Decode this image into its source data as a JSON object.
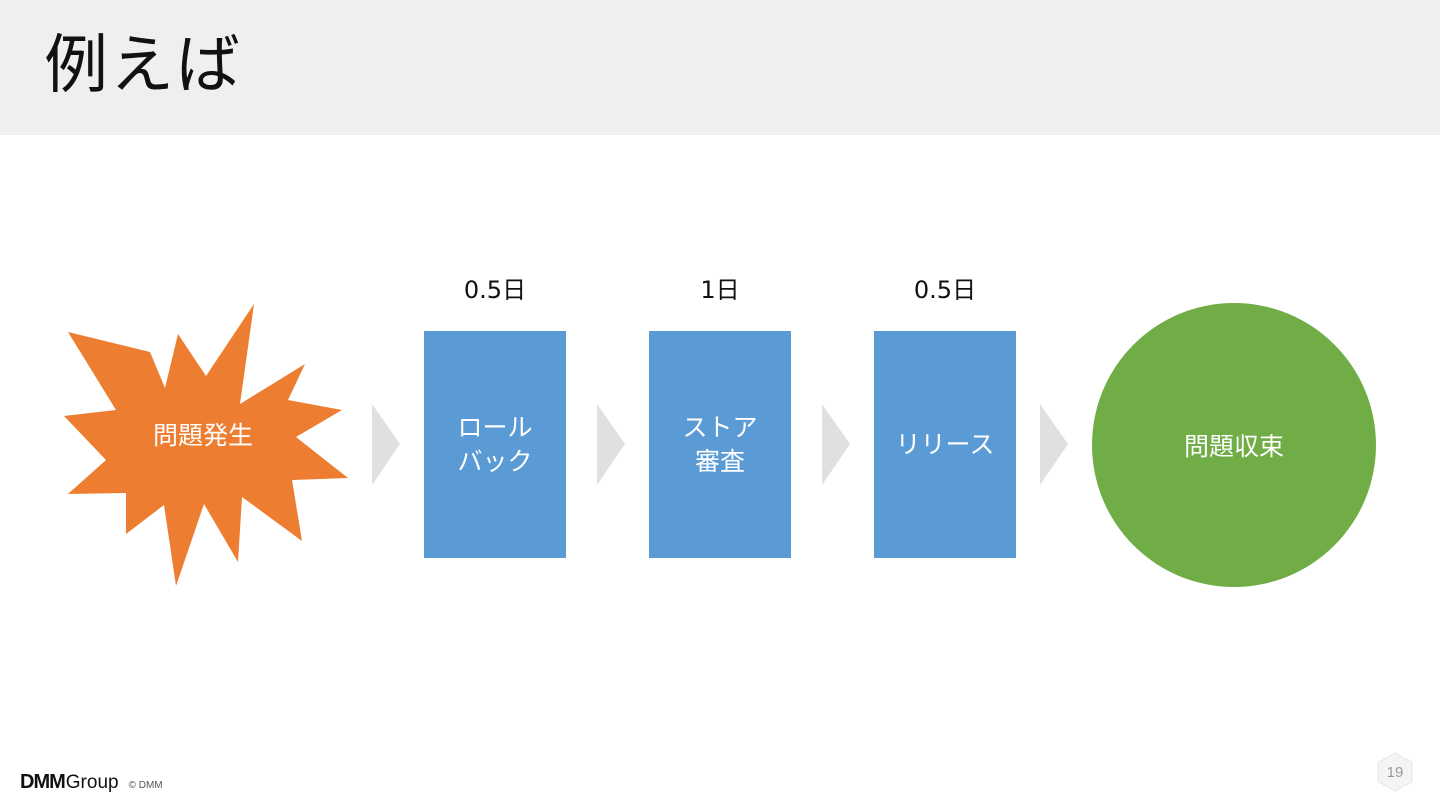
{
  "slide": {
    "title": "例えば"
  },
  "diagram": {
    "start": {
      "label": "問題発生",
      "color": "#ed7d31"
    },
    "steps": [
      {
        "label": "ロール\nバック",
        "duration": "0.5日",
        "color": "#5b9bd5"
      },
      {
        "label": "ストア\n審査",
        "duration": "1日",
        "color": "#5b9bd5"
      },
      {
        "label": "リリース",
        "duration": "0.5日",
        "color": "#5b9bd5"
      }
    ],
    "end": {
      "label": "問題収束",
      "color": "#70ad47"
    },
    "arrow_color": "#e0e0e0"
  },
  "footer": {
    "brand": "DMM",
    "brand_suffix": "Group",
    "copyright": "© DMM",
    "page_number": "19"
  }
}
